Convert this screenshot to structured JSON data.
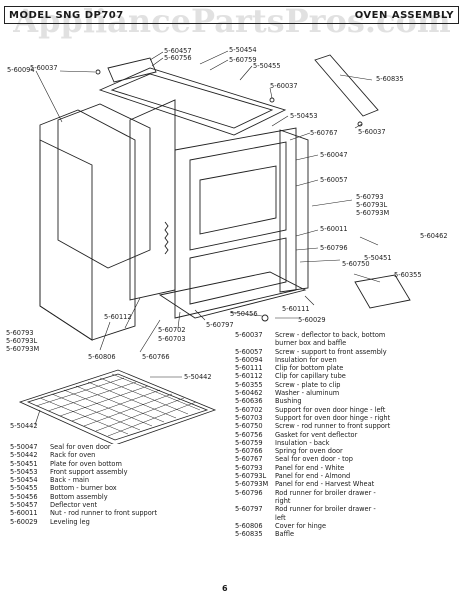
{
  "watermark": "AppliancePartsPros.com",
  "header": {
    "model": "MODEL SNG DP707",
    "section": "OVEN ASSEMBLY"
  },
  "callouts": {
    "c60037a": "5-60037",
    "c60457": "5-60457",
    "c60756": "5-60756",
    "c50454": "5-50454",
    "c60759": "5-60759",
    "c50455": "5-50455",
    "c60094": "5-60094",
    "c60835": "5-60835",
    "c60037b": "5-60037",
    "c60037c": "5-60037",
    "c50453": "5-50453",
    "c60767": "5-60767",
    "c60047": "5-60047",
    "c60057": "5-60057",
    "c60793": "5-60793",
    "c60793L": "5-60793L",
    "c60793M": "5-60793M",
    "c60011": "5-60011",
    "c60462": "5-60462",
    "c60796": "5-60796",
    "c50451": "5-50451",
    "c60750": "5-60750",
    "c60355": "5-60355",
    "c60111": "5-60111",
    "c50456": "5-50456",
    "c60029": "5-60029",
    "c60797": "5-60797",
    "c60702": "5-60702",
    "c60703": "5-60703",
    "c60112": "5-60112",
    "c60806": "5-60806",
    "c60766": "5-60766",
    "c60793b": "5-60793",
    "c60793Lb": "5-60793L",
    "c60793Mb": "5-60793M",
    "c50442": "5-50442",
    "c50442b": "5-50442"
  },
  "legend_left": [
    {
      "part": "5-50047",
      "desc": "Seal for oven door"
    },
    {
      "part": "5-50442",
      "desc": "Rack for oven"
    },
    {
      "part": "5-50451",
      "desc": "Plate for oven bottom"
    },
    {
      "part": "5-50453",
      "desc": "Front support assembly"
    },
    {
      "part": "5-50454",
      "desc": "Back - main"
    },
    {
      "part": "5-50455",
      "desc": "Bottom - burner box"
    },
    {
      "part": "5-50456",
      "desc": "Bottom assembly"
    },
    {
      "part": "5-50457",
      "desc": "Deflector vent"
    },
    {
      "part": "5-60011",
      "desc": "Nut - rod runner to front support"
    },
    {
      "part": "5-60029",
      "desc": "Leveling leg"
    }
  ],
  "legend_right": [
    {
      "part": "5-60037",
      "desc": "Screw - deflector to back, bottom",
      "cont": "burner box and baffle"
    },
    {
      "part": "5-60057",
      "desc": "Screw - support to front assembly"
    },
    {
      "part": "5-60094",
      "desc": "Insulation for oven"
    },
    {
      "part": "5-60111",
      "desc": "Clip for bottom plate"
    },
    {
      "part": "5-60112",
      "desc": "Clip for capillary tube"
    },
    {
      "part": "5-60355",
      "desc": "Screw - plate to clip"
    },
    {
      "part": "5-60462",
      "desc": "Washer - aluminum"
    },
    {
      "part": "5-60636",
      "desc": "Bushing"
    },
    {
      "part": "5-60702",
      "desc": "Support for oven door hinge - left"
    },
    {
      "part": "5-60703",
      "desc": "Support for oven door hinge - right"
    },
    {
      "part": "5-60750",
      "desc": "Screw - rod runner to front support"
    },
    {
      "part": "5-60756",
      "desc": "Gasket for vent deflector"
    },
    {
      "part": "5-60759",
      "desc": "Insulation - back"
    },
    {
      "part": "5-60766",
      "desc": "Spring for oven door"
    },
    {
      "part": "5-60767",
      "desc": "Seal for oven door - top"
    },
    {
      "part": "5-60793",
      "desc": "Panel for end - White"
    },
    {
      "part": "5-60793L",
      "desc": "Panel for end - Almond"
    },
    {
      "part": "5-60793M",
      "desc": "Panel for end - Harvest Wheat"
    },
    {
      "part": "5-60796",
      "desc": "Rod runner for broiler drawer -",
      "cont": "right"
    },
    {
      "part": "5-60797",
      "desc": "Rod runner for broiler drawer -",
      "cont": "left"
    },
    {
      "part": "5-60806",
      "desc": "Cover for hinge"
    },
    {
      "part": "5-60835",
      "desc": "Baffle"
    }
  ],
  "page_number": "6"
}
